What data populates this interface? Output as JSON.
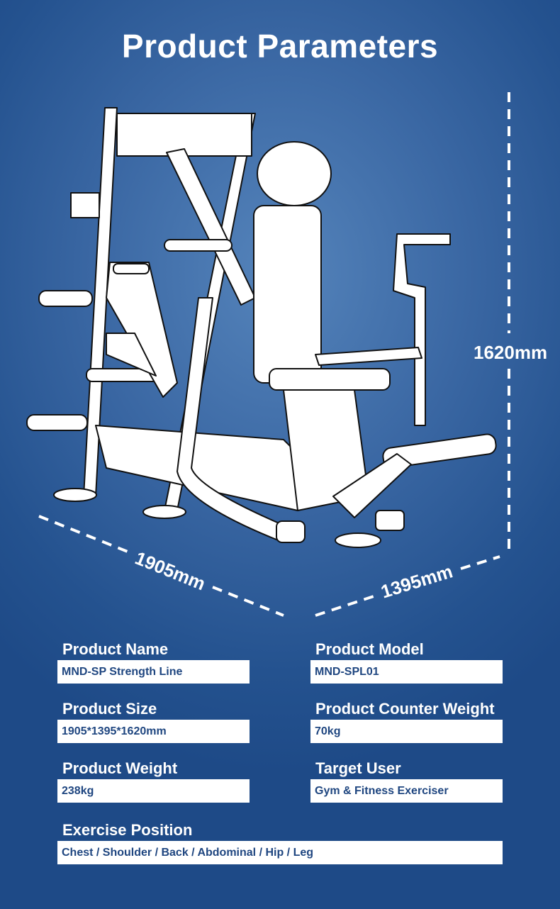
{
  "title": "Product Parameters",
  "dimensions": {
    "height": "1620mm",
    "length": "1905mm",
    "width": "1395mm"
  },
  "params": [
    {
      "label": "Product Name",
      "value": "MND-SP Strength Line"
    },
    {
      "label": "Product Model",
      "value": "MND-SPL01"
    },
    {
      "label": "Product Size",
      "value": "1905*1395*1620mm"
    },
    {
      "label": "Product Counter Weight",
      "value": "70kg"
    },
    {
      "label": "Product Weight",
      "value": "238kg"
    },
    {
      "label": "Target User",
      "value": "Gym & Fitness Exerciser"
    },
    {
      "label": "Exercise Position",
      "value": "Chest / Shoulder / Back / Abdominal / Hip / Leg"
    }
  ]
}
